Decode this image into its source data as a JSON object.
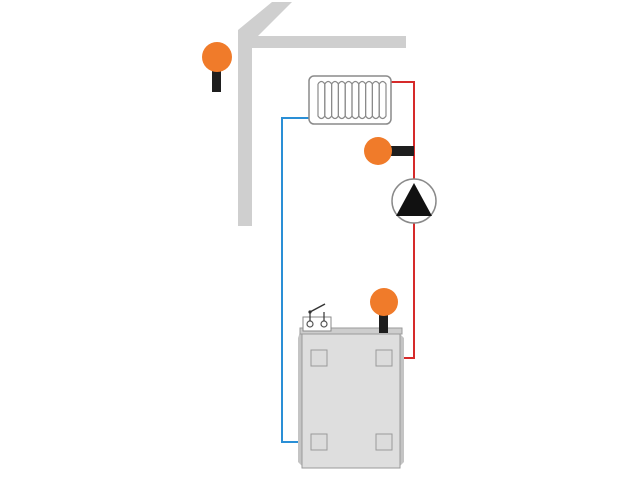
{
  "diagram": {
    "kind": "heating-circuit-schematic",
    "text_labels": [],
    "components": {
      "wall": {
        "icon": "wall-corner-icon"
      },
      "radiator": {
        "icon": "radiator-icon"
      },
      "pump": {
        "icon": "circulation-pump-icon",
        "direction": "up"
      },
      "boiler": {
        "icon": "boiler-icon"
      },
      "switch": {
        "icon": "electrical-switch-icon"
      },
      "sensors": [
        {
          "id": "outdoor",
          "icon": "outdoor-temperature-sensor-icon"
        },
        {
          "id": "flow",
          "icon": "flow-temperature-sensor-icon"
        },
        {
          "id": "boiler",
          "icon": "boiler-temperature-sensor-icon"
        }
      ]
    },
    "pipes": {
      "supply": {
        "label": "",
        "color": "#d62a2a"
      },
      "return": {
        "label": "",
        "color": "#2a8fd6"
      }
    },
    "colors": {
      "wall": "#cfcfcf",
      "sensor": "#f07b2a",
      "sensor_stem": "#1e1e1e",
      "boiler_fill": "#dedede",
      "boiler_stroke": "#9a9a9a",
      "pump_arrow": "#111111"
    }
  }
}
